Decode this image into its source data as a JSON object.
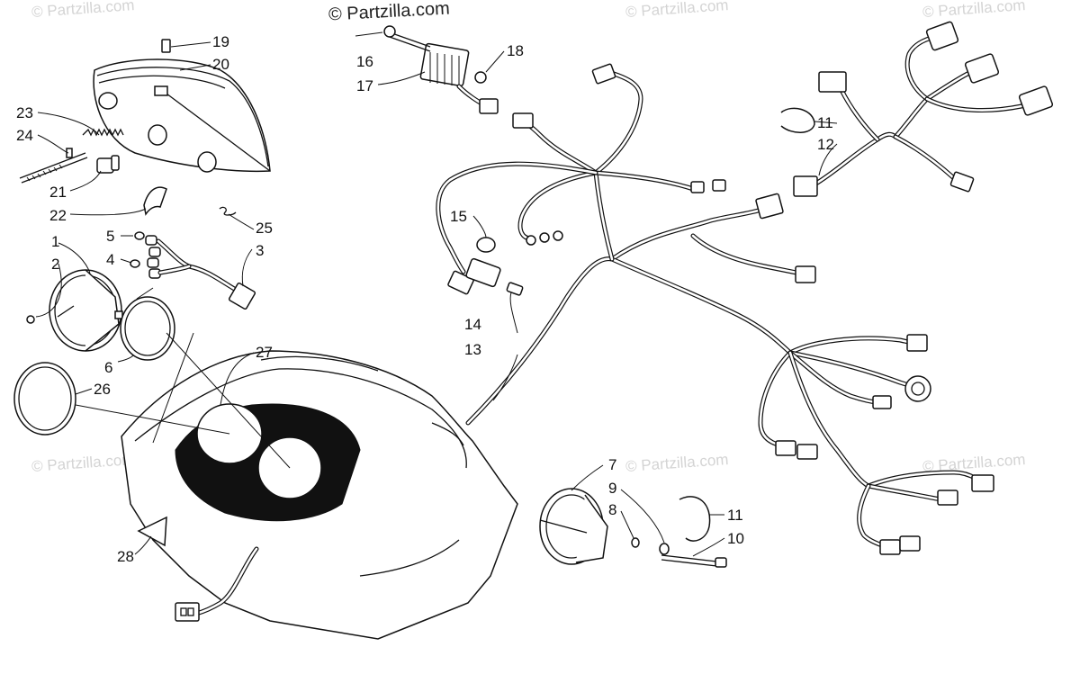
{
  "copyright": "© Partzilla.com",
  "watermark": "© Partzilla.com",
  "callouts": {
    "n1": "1",
    "n2": "2",
    "n3": "3",
    "n4": "4",
    "n5": "5",
    "n6": "6",
    "n7": "7",
    "n8": "8",
    "n9": "9",
    "n10": "10",
    "n11a": "11",
    "n11b": "11",
    "n12": "12",
    "n13": "13",
    "n14": "14",
    "n15": "15",
    "n16": "16",
    "n17": "17",
    "n18": "18",
    "n19": "19",
    "n20": "20",
    "n21": "21",
    "n22": "22",
    "n23": "23",
    "n24": "24",
    "n25": "25",
    "n26": "26",
    "n27": "27",
    "n28": "28"
  }
}
